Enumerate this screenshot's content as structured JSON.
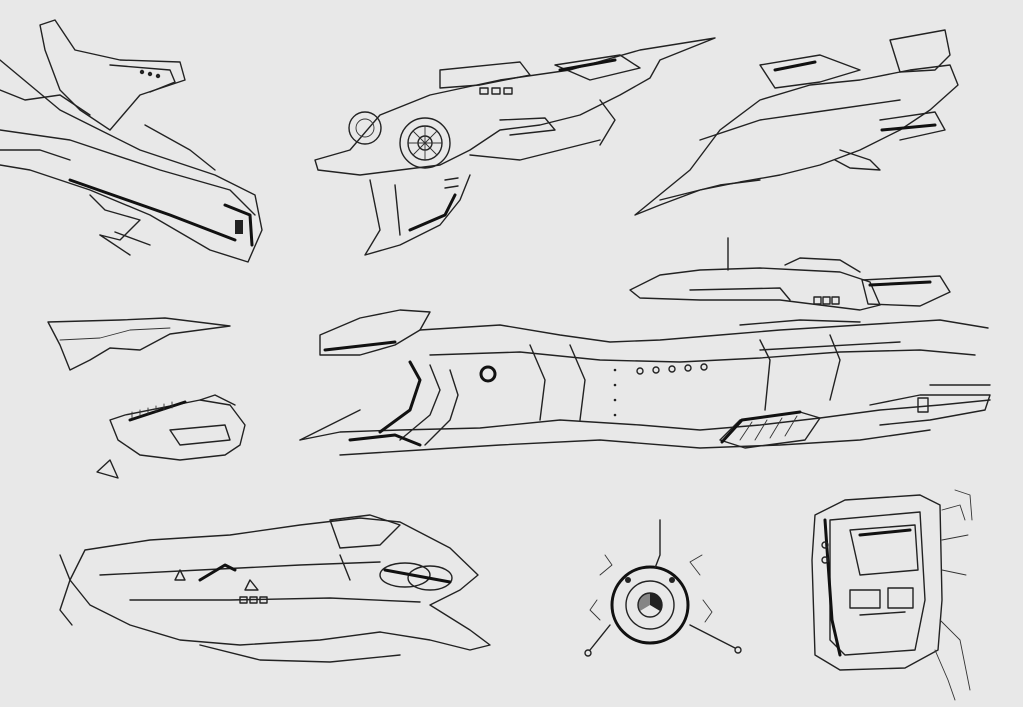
{
  "sheet": {
    "background": "#e8e8e8",
    "ink": "#222222",
    "sketches": [
      "large-spaceship-sketch",
      "fighter-sketch-top-left",
      "fighter-sketch-top-middle",
      "fighter-sketch-top-right",
      "small-wing-sketch",
      "engine-module-sketch",
      "small-fin-sketch",
      "long-ship-sketch-bottom",
      "spherical-drone-sketch",
      "backpack-device-sketch"
    ]
  }
}
